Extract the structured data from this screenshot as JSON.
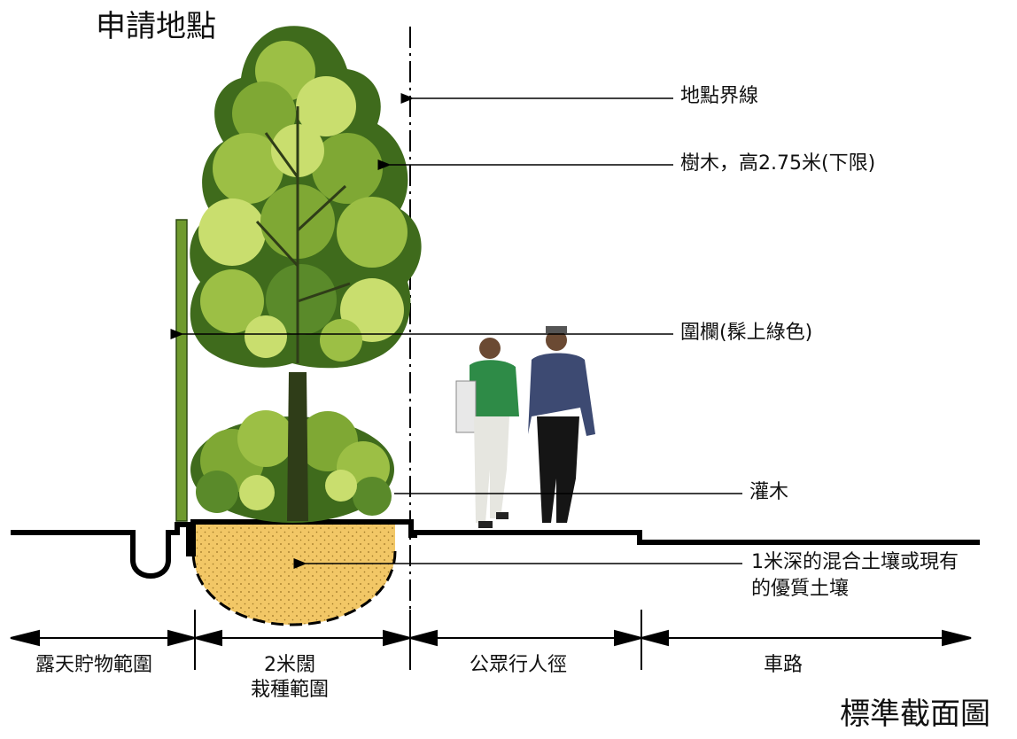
{
  "title": "申請地點",
  "caption": "標準截面圖",
  "callouts": {
    "site_boundary": "地點界線",
    "tree": "樹木，高2.75米(下限)",
    "fence": "圍欄(髹上綠色)",
    "shrubs": "灌木",
    "soil_line1": "1米深的混合土壤或現有",
    "soil_line2": "的優質土壤"
  },
  "zones": {
    "open_storage": "露天貯物範圍",
    "planting_line1": "2米闊",
    "planting_line2": "栽種範圍",
    "footpath": "公眾行人徑",
    "road": "車路"
  },
  "colors": {
    "soil": "#f2c766",
    "foliage_dark": "#3f6b1c",
    "foliage_mid": "#7fa834",
    "foliage_light": "#c9de6e",
    "fence": "#6f9a2e",
    "line": "#000000"
  }
}
